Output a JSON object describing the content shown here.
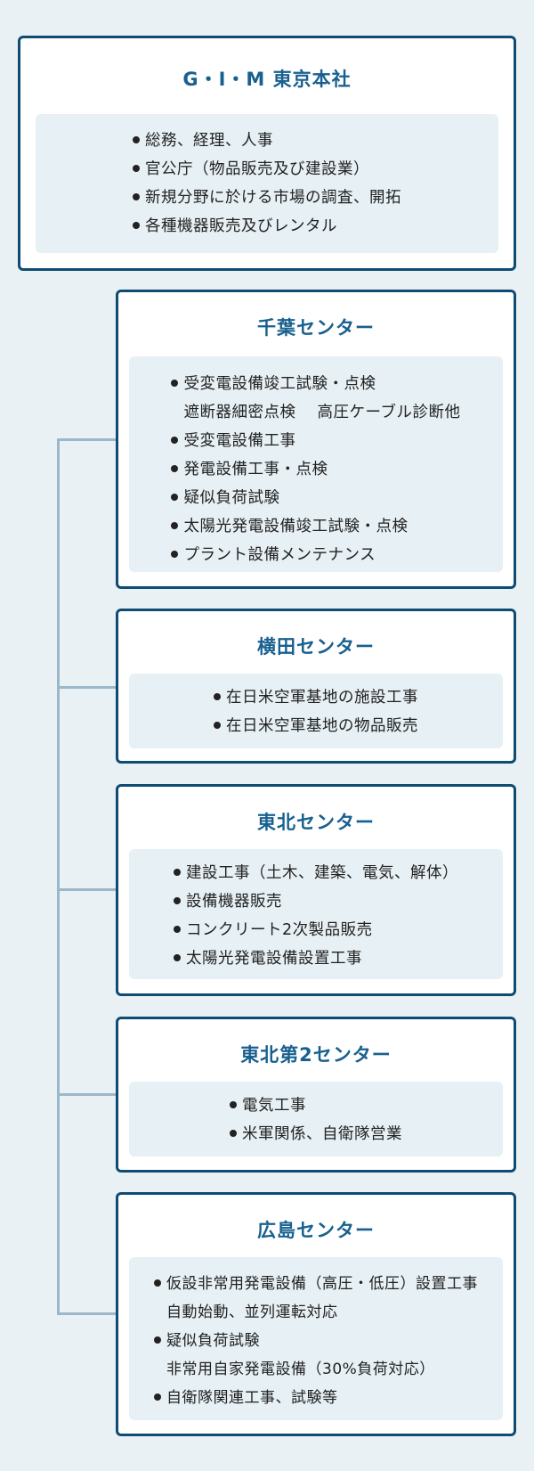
{
  "hq": {
    "title": "G・I・M 東京本社",
    "items": [
      "総務、経理、人事",
      "官公庁（物品販売及び建設業）",
      "新規分野に於ける市場の調査、開拓",
      "各種機器販売及びレンタル"
    ]
  },
  "centers": [
    {
      "title": "千葉センター",
      "items": [
        {
          "text": "受変電設備竣工試験・点検",
          "bullet": true
        },
        {
          "text": "遮断器細密点検　 高圧ケーブル診断他",
          "bullet": false
        },
        {
          "text": "受変電設備工事",
          "bullet": true
        },
        {
          "text": "発電設備工事・点検",
          "bullet": true
        },
        {
          "text": "疑似負荷試験",
          "bullet": true
        },
        {
          "text": "太陽光発電設備竣工試験・点検",
          "bullet": true
        },
        {
          "text": "プラント設備メンテナンス",
          "bullet": true
        }
      ]
    },
    {
      "title": "横田センター",
      "items": [
        {
          "text": "在日米空軍基地の施設工事",
          "bullet": true
        },
        {
          "text": "在日米空軍基地の物品販売",
          "bullet": true
        }
      ]
    },
    {
      "title": "東北センター",
      "items": [
        {
          "text": "建設工事（土木、建築、電気、解体）",
          "bullet": true
        },
        {
          "text": "設備機器販売",
          "bullet": true
        },
        {
          "text": "コンクリート2次製品販売",
          "bullet": true
        },
        {
          "text": "太陽光発電設備設置工事",
          "bullet": true
        }
      ]
    },
    {
      "title": "東北第2センター",
      "items": [
        {
          "text": "電気工事",
          "bullet": true
        },
        {
          "text": "米軍関係、自衛隊営業",
          "bullet": true
        }
      ]
    },
    {
      "title": "広島センター",
      "items": [
        {
          "text": "仮設非常用発電設備（高圧・低圧）設置工事",
          "bullet": true
        },
        {
          "text": "自動始動、並列運転対応",
          "bullet": false
        },
        {
          "text": "疑似負荷試験",
          "bullet": true
        },
        {
          "text": "非常用自家発電設備（30%負荷対応）",
          "bullet": true
        },
        {
          "text": "自衛隊関連工事、試験等",
          "bullet": true
        }
      ]
    }
  ],
  "colors": {
    "border": "#0f4b73",
    "title": "#18608f",
    "inner_bg": "#e7f0f4",
    "page_bg": "#e9f1f5",
    "connector": "#9bb8cb"
  }
}
